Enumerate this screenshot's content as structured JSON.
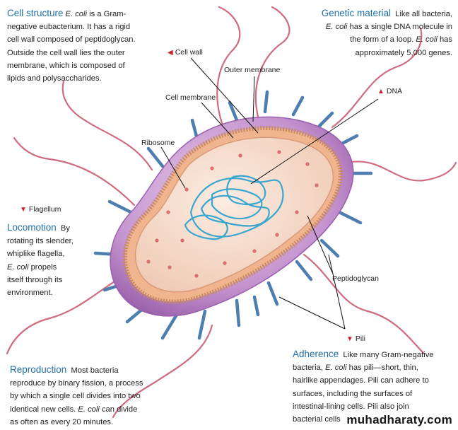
{
  "colors": {
    "heading": "#1f6fa8",
    "pointer": "#d21f2e",
    "capsule_outer": "#b47cc0",
    "capsule_fill": "#f4dbcf",
    "dna": "#3aa6cf",
    "pili": "#4d7eb0",
    "flagella": "#cf6b7f"
  },
  "text_blocks": {
    "cell_structure": {
      "heading": "Cell structure",
      "lines": [
        [
          "E. coli",
          " is a Gram-"
        ],
        [
          "negative eubacterium. It has a rigid"
        ],
        [
          "cell wall composed of peptidoglycan."
        ],
        [
          "Outside the cell wall lies the outer"
        ],
        [
          "membrane, which is composed of"
        ],
        [
          "lipids and polysaccharides."
        ]
      ]
    },
    "genetic_material": {
      "heading": "Genetic material",
      "lines": [
        [
          " Like all bacteria,"
        ],
        [
          "E. coli",
          " has a single DNA molecule in"
        ],
        [
          "the form of a loop. ",
          "E. coli",
          " has"
        ],
        [
          "approximately 5,000 genes."
        ]
      ]
    },
    "locomotion": {
      "heading": "Locomotion",
      "lines": [
        [
          " By"
        ],
        [
          "rotating its slender,"
        ],
        [
          "whiplike flagella,"
        ],
        [
          "E. coli",
          " propels"
        ],
        [
          "itself through its"
        ],
        [
          "environment."
        ]
      ]
    },
    "reproduction": {
      "heading": "Reproduction",
      "lines": [
        [
          " Most bacteria"
        ],
        [
          "reproduce by binary fission, a process"
        ],
        [
          "by which a single cell divides into two"
        ],
        [
          "identical new cells. ",
          "E. coli",
          " can divide"
        ],
        [
          "as often as every 20 minutes."
        ]
      ]
    },
    "adherence": {
      "heading": "Adherence",
      "lines": [
        [
          " Like many Gram-negative"
        ],
        [
          "bacteria, ",
          "E. coli",
          " has pili—short, thin,"
        ],
        [
          "hairlike appendages. Pili can adhere to"
        ],
        [
          "surfaces, including the surfaces of"
        ],
        [
          "intestinal-lining cells. Pili also join"
        ],
        [
          "bacterial cells"
        ]
      ]
    }
  },
  "labels": {
    "cell_wall": "Cell wall",
    "outer_membrane": "Outer membrane",
    "cell_membrane": "Cell membrane",
    "dna": "DNA",
    "ribosome": "Ribosome",
    "flagellum": "Flagellum",
    "peptidoglycan": "Peptidoglycan",
    "pili": "Pili"
  },
  "pointer_glyphs": {
    "left": "◀",
    "up": "▲",
    "down": "▼"
  },
  "watermark": "muhadharaty.com"
}
